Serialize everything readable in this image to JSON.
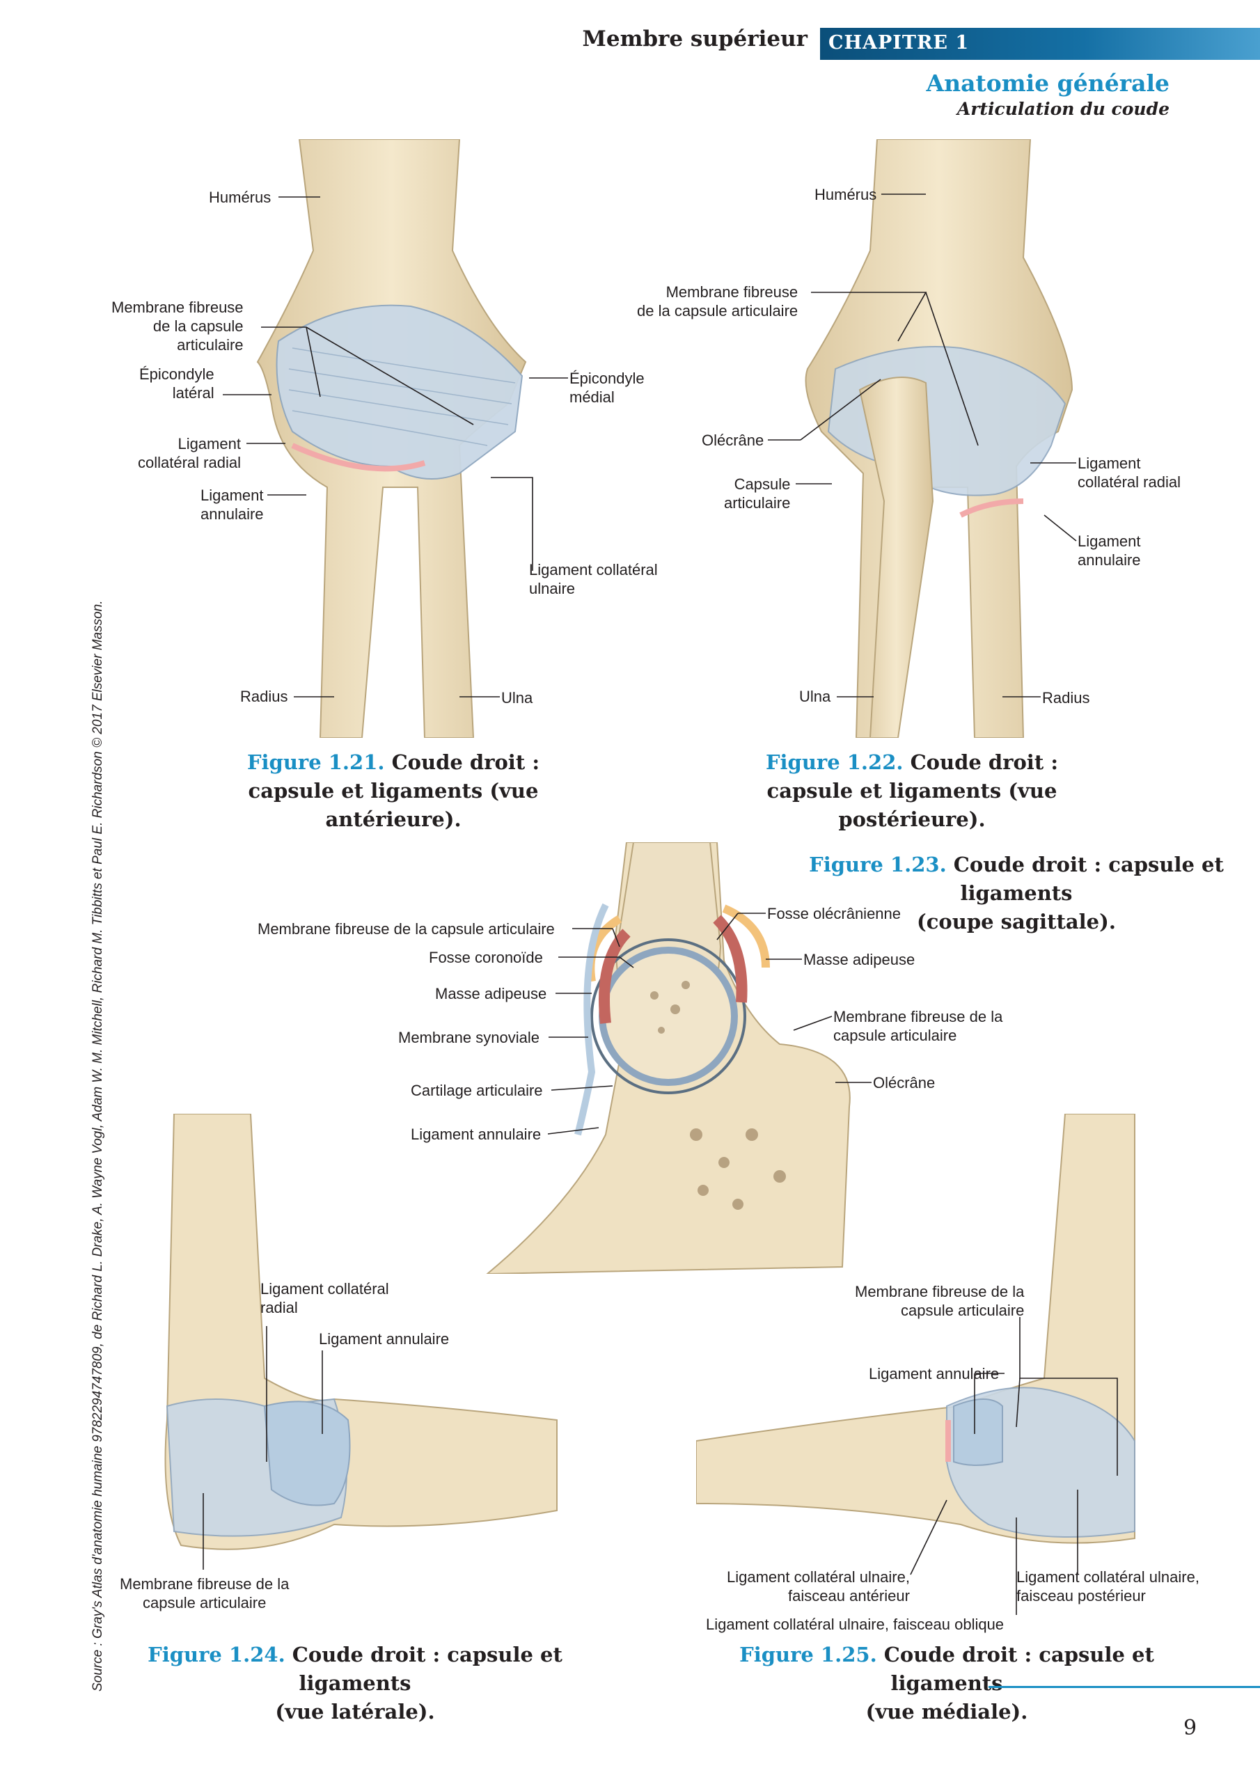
{
  "header": {
    "section": "Membre supérieur",
    "chapter": "CHAPITRE 1",
    "title": "Anatomie générale",
    "subtitle": "Articulation du coude"
  },
  "colors": {
    "accent": "#1a8fc4",
    "bone": "#efe1c2",
    "ligament": "#c9d8e6",
    "cartilage": "#f2a9a9"
  },
  "fig21": {
    "labels": {
      "humerus": "Humérus",
      "membrane": "Membrane fibreuse\nde la capsule\narticulaire",
      "epicondyle_lat": "Épicondyle\nlatéral",
      "lig_radial": "Ligament\ncollatéral radial",
      "lig_annulaire": "Ligament\nannulaire",
      "epicondyle_med": "Épicondyle\nmédial",
      "lig_ulnaire": "Ligament collatéral\nulnaire",
      "radius": "Radius",
      "ulna": "Ulna"
    },
    "caption_num": "Figure 1.21.",
    "caption_text": " Coude droit :",
    "caption_line2": "capsule et ligaments (vue antérieure)."
  },
  "fig22": {
    "labels": {
      "humerus": "Humérus",
      "membrane": "Membrane fibreuse\nde la capsule articulaire",
      "olecrane": "Olécrâne",
      "capsule": "Capsule\narticulaire",
      "lig_radial": "Ligament\ncollatéral radial",
      "lig_annulaire": "Ligament\nannulaire",
      "ulna": "Ulna",
      "radius": "Radius"
    },
    "caption_num": "Figure 1.22.",
    "caption_text": " Coude droit :",
    "caption_line2": "capsule et ligaments (vue postérieure)."
  },
  "fig23": {
    "labels": {
      "membrane": "Membrane fibreuse de la capsule articulaire",
      "fosse_coronoide": "Fosse coronoïde",
      "masse_left": "Masse adipeuse",
      "synoviale": "Membrane synoviale",
      "cartilage": "Cartilage articulaire",
      "annulaire": "Ligament annulaire",
      "fosse_olecranienne": "Fosse olécrânienne",
      "masse_right": "Masse adipeuse",
      "membrane_right": "Membrane fibreuse de la\ncapsule articulaire",
      "olecrane": "Olécrâne"
    },
    "caption_num": "Figure 1.23.",
    "caption_text": " Coude droit : capsule et ligaments",
    "caption_line2": "(coupe sagittale)."
  },
  "fig24": {
    "labels": {
      "lig_radial": "Ligament collatéral\nradial",
      "annulaire": "Ligament annulaire",
      "membrane": "Membrane fibreuse de la\ncapsule articulaire"
    },
    "caption_num": "Figure 1.24.",
    "caption_text": " Coude droit : capsule et ligaments",
    "caption_line2": "(vue latérale)."
  },
  "fig25": {
    "labels": {
      "membrane": "Membrane fibreuse de la\ncapsule articulaire",
      "annulaire": "Ligament annulaire",
      "lig_ant": "Ligament collatéral ulnaire,\nfaisceau antérieur",
      "lig_post": "Ligament collatéral ulnaire,\nfaisceau postérieur",
      "lig_obl": "Ligament collatéral ulnaire, faisceau oblique"
    },
    "caption_num": "Figure 1.25.",
    "caption_text": " Coude droit : capsule et ligaments",
    "caption_line2": "(vue médiale)."
  },
  "source": "Source : Gray's Atlas d'anatomie humaine 9782294747809, de Richard L. Drake, A. Wayne Vogl, Adam W. M. Mitchell, Richard M. Tibbitts et Paul E. Richardson © 2017 Elsevier Masson.",
  "page_number": "9"
}
